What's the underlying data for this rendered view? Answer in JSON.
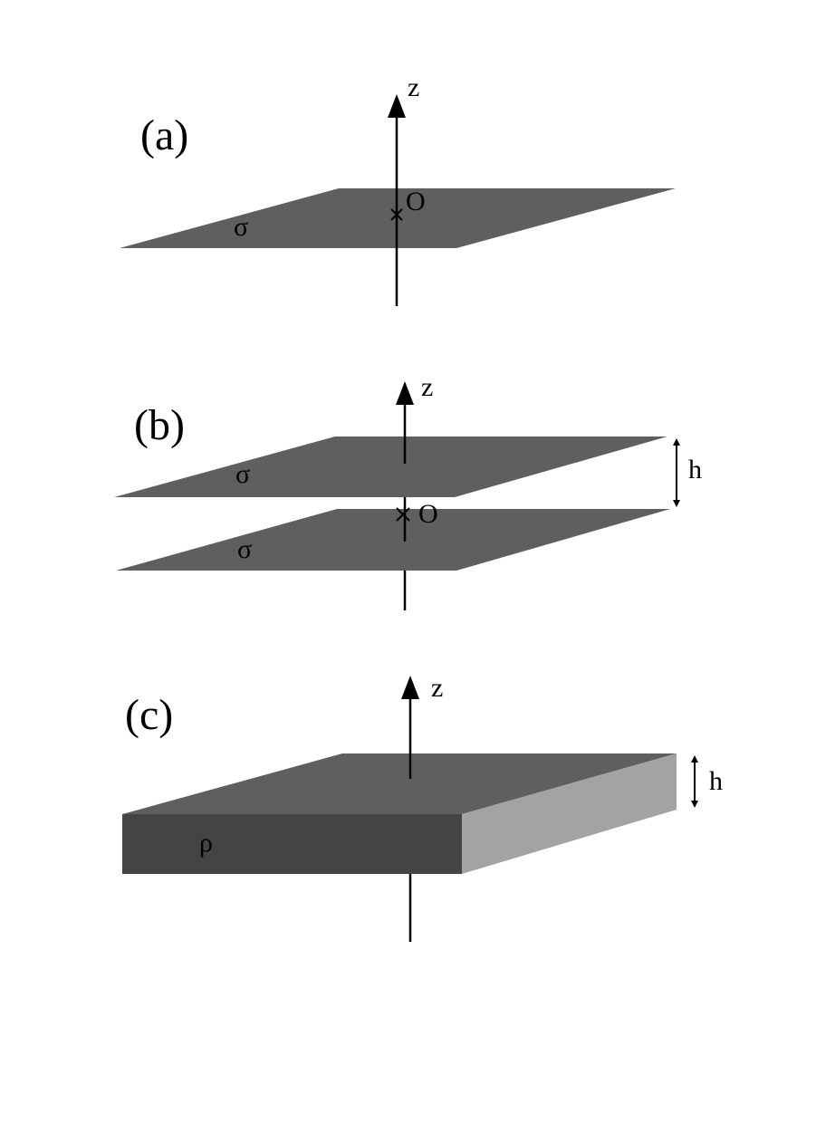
{
  "panels": {
    "a": {
      "label": "(a)",
      "axis_label": "z",
      "origin_label": "O",
      "sheet_label": "σ"
    },
    "b": {
      "label": "(b)",
      "axis_label": "z",
      "origin_label": "O",
      "top_sheet_label": "σ",
      "bottom_sheet_label": "σ",
      "separation_label": "h"
    },
    "c": {
      "label": "(c)",
      "axis_label": "z",
      "slab_label": "ρ",
      "thickness_label": "h"
    }
  },
  "colors": {
    "sheet": "#5f5f5f",
    "slab_top": "#5f5f5f",
    "slab_front": "#444444",
    "slab_side": "#a3a3a3",
    "ink": "#000000"
  }
}
